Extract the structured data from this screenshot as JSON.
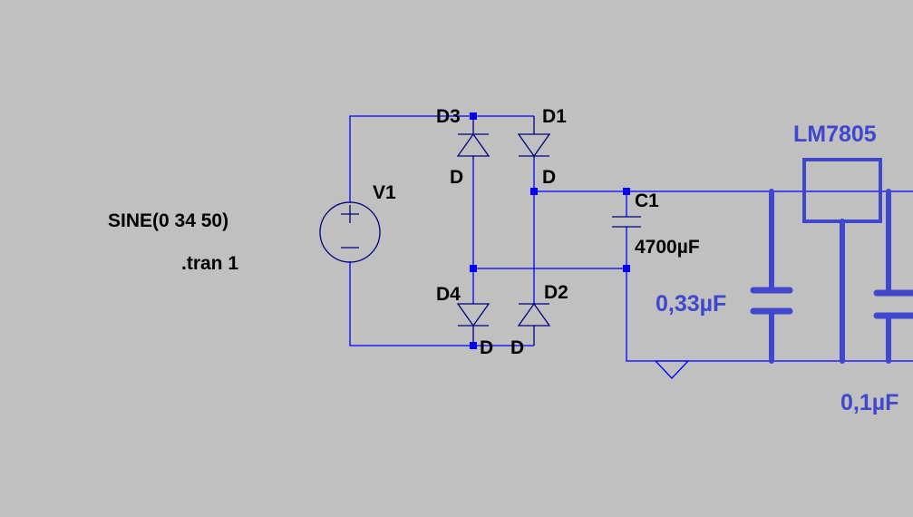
{
  "colors": {
    "background": "#c0c0c0",
    "wire": "#0000ff",
    "component": "#000080",
    "junction": "#0000ff",
    "added_parts": "#3f48cc",
    "label_text": "#000000",
    "added_label_text": "#3f48cc"
  },
  "labels": {
    "source_function": "SINE(0 34 50)",
    "sim_directive": ".tran 1",
    "v1": "V1",
    "d3_name": "D3",
    "d3_model": "D",
    "d1_name": "D1",
    "d1_model": "D",
    "d4_name": "D4",
    "d4_model": "D",
    "d2_name": "D2",
    "d2_model": "D",
    "c1_name": "C1",
    "c1_value": "4700µF",
    "regulator": "LM7805",
    "cap_in_value": "0,33µF",
    "cap_out_value": "0,1µF"
  },
  "symbols": {
    "voltage_source": "sine-voltage-source",
    "diode": "diode",
    "capacitor": "capacitor",
    "ground": "ground-symbol",
    "regulator": "voltage-regulator"
  }
}
